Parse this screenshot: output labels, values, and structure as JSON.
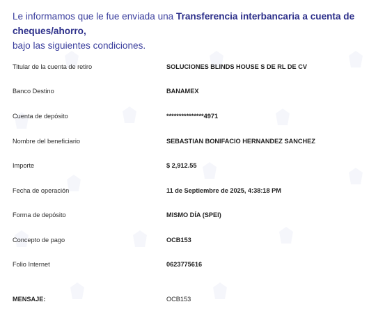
{
  "intro": {
    "text_before": "Le informamos que le fue enviada una ",
    "highlight": "Transferencia interbancaria a cuenta de cheques/ahorro,",
    "text_after": "bajo las siguientes condiciones."
  },
  "details": [
    {
      "label": "Titular de la cuenta de retiro",
      "value": "SOLUCIONES BLINDS HOUSE S DE RL DE CV"
    },
    {
      "label": "Banco Destino",
      "value": "BANAMEX"
    },
    {
      "label": "Cuenta de depósito",
      "value": "***************4971"
    },
    {
      "label": "Nombre del beneficiario",
      "value": "SEBASTIAN BONIFACIO HERNANDEZ SANCHEZ"
    },
    {
      "label": "Importe",
      "value": "$ 2,912.55"
    },
    {
      "label": "Fecha de operación",
      "value": "11 de Septiembre de 2025, 4:38:18 PM"
    },
    {
      "label": "Forma de depósito",
      "value": "MISMO DÍA (SPEI)"
    },
    {
      "label": "Concepto de pago",
      "value": "OCB153"
    },
    {
      "label": "Folio Internet",
      "value": "0623775616"
    }
  ],
  "message": {
    "label": "MENSAJE:",
    "value": "OCB153"
  },
  "colors": {
    "intro_text": "#3b3f9e",
    "body_text": "#2b2b2b"
  }
}
